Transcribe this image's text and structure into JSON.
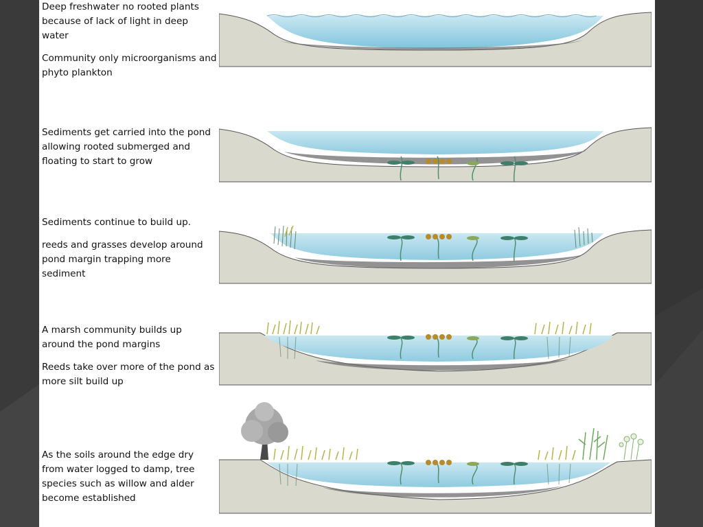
{
  "slide": {
    "stages": [
      {
        "paragraphs": [
          "Deep freshwater no rooted plants because of lack of light in deep water",
          "Community only microorganisms and phyto plankton"
        ]
      },
      {
        "paragraphs": [
          "Sediments get carried into the pond allowing rooted submerged and floating to start to grow"
        ]
      },
      {
        "paragraphs": [
          "Sediments continue to build up.",
          "reeds and grasses develop around pond margin trapping more sediment"
        ]
      },
      {
        "paragraphs": [
          "A marsh community builds up around the pond margins",
          "Reeds take over more of the pond as more silt build up"
        ]
      },
      {
        "paragraphs": [
          "As the soils around the edge dry from water logged to damp, tree species such as willow and alder become established"
        ]
      }
    ]
  },
  "colors": {
    "background": "#3a3a3a",
    "panel": "#ffffff",
    "soil": "#d9d9ce",
    "water_light": "#c9e7f2",
    "water_dark": "#7fc4dc",
    "sediment": "#6e6e6e",
    "plant_green": "#4e8f6f",
    "reed_yellow": "#b8b24a",
    "tree": "#a7a7a7"
  }
}
